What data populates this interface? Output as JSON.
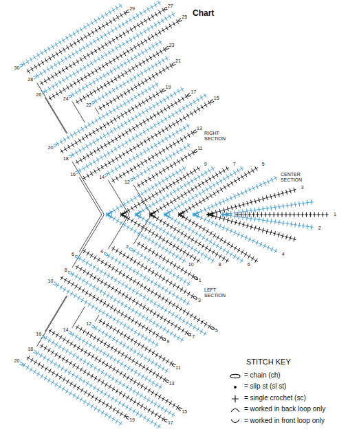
{
  "diagram": {
    "title": "Chart",
    "labels": [
      "RIGHT SECTION",
      "30",
      "29",
      "28",
      "27",
      "26",
      "25",
      "24",
      "23",
      "22",
      "21",
      "20",
      "19",
      "18",
      "17",
      "16",
      "15",
      "14",
      "13",
      "12",
      "11",
      "CENTER SECTION",
      "1",
      "2",
      "3",
      "4",
      "5",
      "6",
      "7",
      "8",
      "9",
      "10",
      "LEFT SECTION",
      "20",
      "19",
      "18",
      "17",
      "16",
      "15",
      "14",
      "13",
      "12",
      "11",
      "10",
      "9",
      "8",
      "7",
      "6",
      "5",
      "4",
      "3",
      "2",
      "1",
      "STITCH KEY"
    ],
    "legend": [
      {
        "text": "= chain (ch)"
      },
      {
        "text": "= slip st (sl st)"
      },
      {
        "text": "= single crochet (sc)"
      },
      {
        "text": "= worked in back loop only"
      },
      {
        "text": "= worked in front loop only"
      }
    ]
  }
}
